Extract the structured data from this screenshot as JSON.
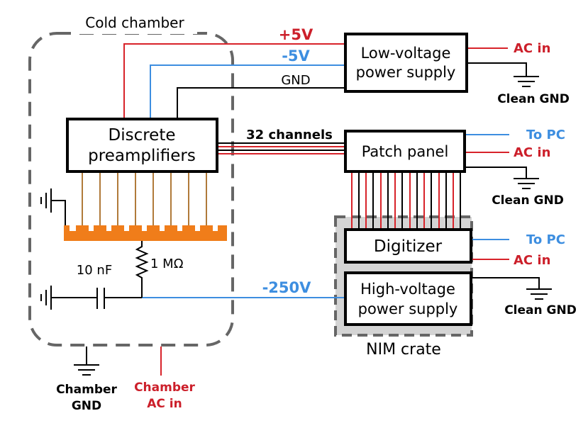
{
  "regions": {
    "cold_chamber": "Cold chamber",
    "nim_crate": "NIM crate"
  },
  "boxes": {
    "low_voltage": [
      "Low-voltage",
      "power supply"
    ],
    "preamps": [
      "Discrete",
      "preamplifiers"
    ],
    "patch_panel": "Patch panel",
    "digitizer": "Digitizer",
    "high_voltage": [
      "High-voltage",
      "power supply"
    ]
  },
  "labels": {
    "plus5v": "+5V",
    "minus5v": "-5V",
    "gnd": "GND",
    "channels": "32 channels",
    "minus250v": "-250V",
    "capacitor": "10 nF",
    "resistor": "1 MΩ",
    "ac_in": "AC in",
    "to_pc": "To PC",
    "clean_gnd": "Clean GND",
    "chamber_gnd": [
      "Chamber",
      "GND"
    ],
    "chamber_ac": [
      "Chamber",
      "AC in"
    ]
  },
  "colors": {
    "red_wire": "#d8232a",
    "blue_wire": "#3d8ee0",
    "red_text": "#cc1f2a",
    "blue_text": "#3d8ee0",
    "orange_detector": "#f07d1a",
    "brown_lead": "#b07a3a",
    "crate_fill": "#d4d4d4",
    "dashed_border": "#666666"
  }
}
